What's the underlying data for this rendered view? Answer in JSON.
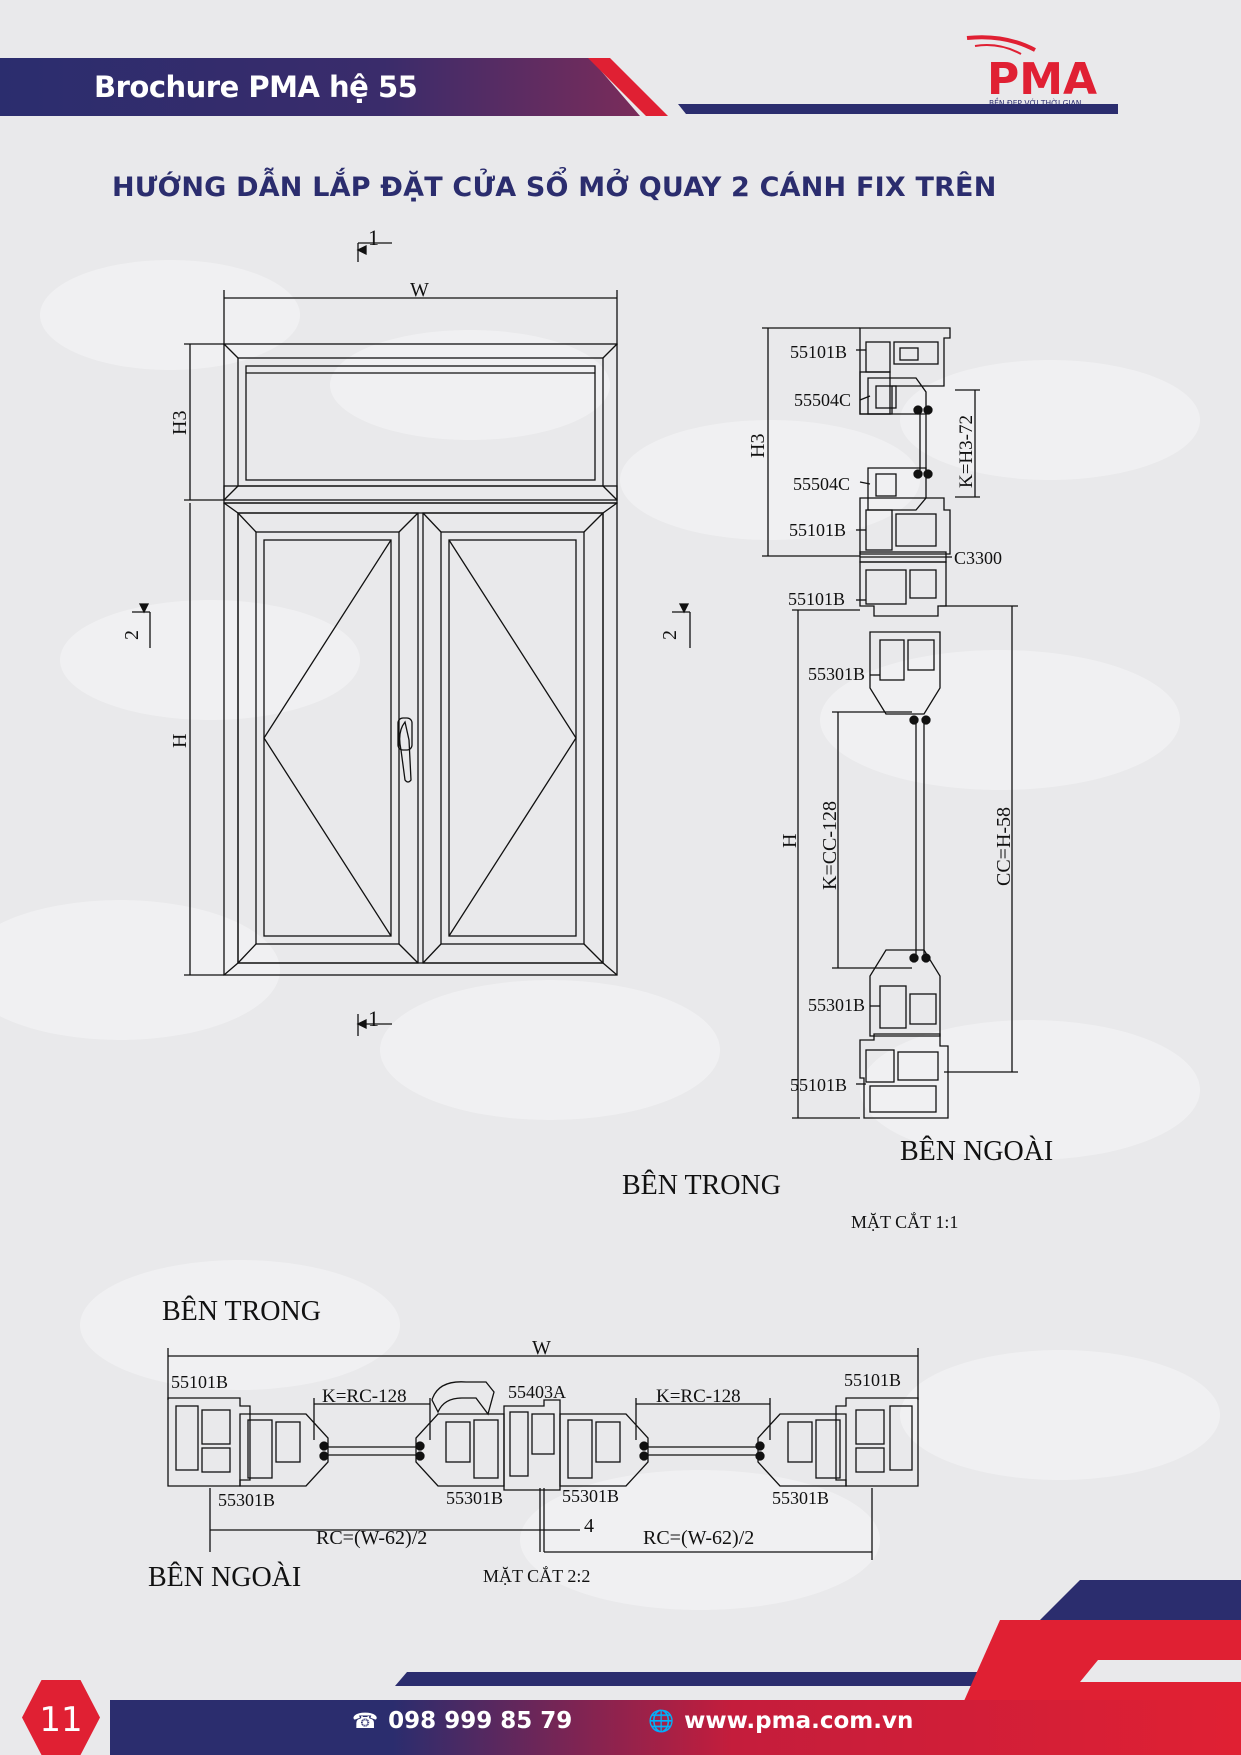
{
  "header": {
    "title": "Brochure PMA hệ 55"
  },
  "logo": {
    "wordmark": "PMA",
    "tagline": "BỀN ĐẸP VỚI THỜI GIAN"
  },
  "page_title": "HƯỚNG DẪN LẮP ĐẶT CỬA SỔ MỞ QUAY 2 CÁNH FIX TRÊN",
  "elevation": {
    "section1_mark": "1",
    "section2_mark": "2",
    "width_label": "W",
    "h3_label": "H3",
    "h_label": "H"
  },
  "section_1_1": {
    "codes": [
      "55101B",
      "55504C",
      "55504C",
      "55101B",
      "55101B",
      "55301B",
      "55301B",
      "55101B"
    ],
    "connector": "C3300",
    "dim_h3": "H3",
    "dim_k_top": "K=H3-72",
    "dim_h": "H",
    "dim_k": "K=CC-128",
    "dim_cc": "CC=H-58",
    "outside_label": "BÊN NGOÀI",
    "inside_label": "BÊN  TRONG",
    "caption": "MẶT CẮT 1:1"
  },
  "section_2_2": {
    "inside_label": "BÊN  TRONG",
    "outside_label": "BÊN NGOÀI",
    "width_label": "W",
    "code_left_frame": "55101B",
    "code_right_frame": "55101B",
    "code_mullion": "55403A",
    "k_left": "K=RC-128",
    "k_right": "K=RC-128",
    "sash_codes": [
      "55301B",
      "55301B",
      "55301B",
      "55301B"
    ],
    "rc_left": "RC=(W-62)/2",
    "rc_right": "RC=(W-62)/2",
    "gap": "4",
    "caption": "MẶT CẮT 2:2"
  },
  "footer": {
    "page_number": "11",
    "phone": "098 999 85 79",
    "website": "www.pma.com.vn"
  },
  "colors": {
    "navy": "#2b2d6e",
    "red": "#e02033",
    "title": "#2b2d6e"
  },
  "icons": [
    "phone-icon",
    "globe-icon"
  ]
}
